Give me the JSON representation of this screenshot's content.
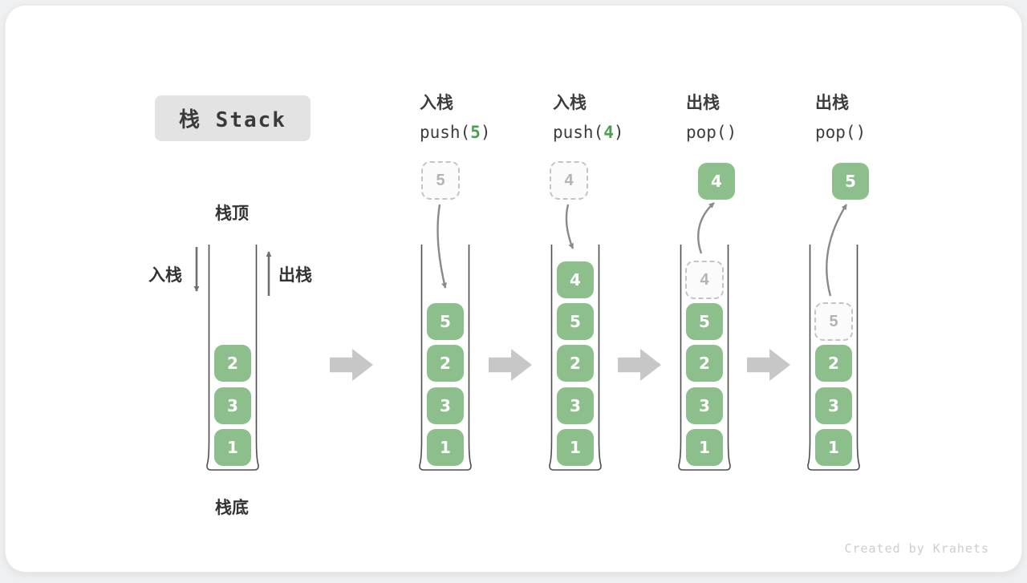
{
  "canvas": {
    "watermark": "Created by Krahets"
  },
  "legend": {
    "title": "栈 Stack",
    "stack_top_label": "栈顶",
    "stack_bottom_label": "栈底",
    "push_arrow_label": "入栈",
    "pop_arrow_label": "出栈"
  },
  "colors": {
    "element_green": "#8cbf8c",
    "operation_value_green": "#4d9e50",
    "flow_arrow_gray": "#8a8a8a",
    "step_arrow_gray": "#c7c7c7",
    "ghost_border_gray": "#c4c4c4",
    "container_stroke": "#4e4e4e",
    "text_dark": "#3e3e3e",
    "title_bg": "#e3e3e3",
    "watermark_gray": "#cdcdcd"
  },
  "columns": [
    {
      "name": "initial-stack",
      "items": [
        "2",
        "3",
        "1"
      ]
    },
    {
      "name": "after-push-5",
      "op_label": "入栈",
      "op_call_prefix": "push(",
      "op_arg": "5",
      "op_call_suffix": ")",
      "incoming_value": "5",
      "items": [
        "5",
        "2",
        "3",
        "1"
      ]
    },
    {
      "name": "after-push-4",
      "op_label": "入栈",
      "op_call_prefix": "push(",
      "op_arg": "4",
      "op_call_suffix": ")",
      "incoming_value": "4",
      "items": [
        "4",
        "5",
        "2",
        "3",
        "1"
      ]
    },
    {
      "name": "after-pop-4",
      "op_label": "出栈",
      "op_call": "pop()",
      "popped_value": "4",
      "ghost_value": "4",
      "items": [
        "5",
        "2",
        "3",
        "1"
      ]
    },
    {
      "name": "after-pop-5",
      "op_label": "出栈",
      "op_call": "pop()",
      "popped_value": "5",
      "ghost_value": "5",
      "items": [
        "2",
        "3",
        "1"
      ]
    }
  ]
}
